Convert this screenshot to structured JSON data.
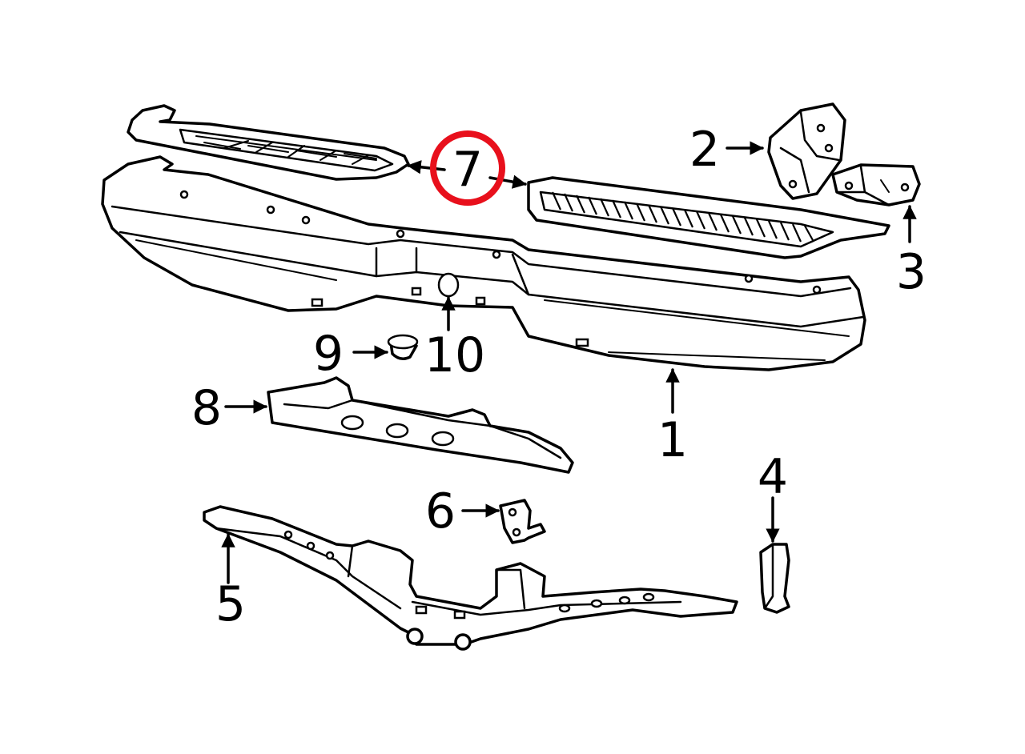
{
  "callouts": [
    {
      "id": "1",
      "text": "1"
    },
    {
      "id": "2",
      "text": "2"
    },
    {
      "id": "3",
      "text": "3"
    },
    {
      "id": "4",
      "text": "4"
    },
    {
      "id": "5",
      "text": "5"
    },
    {
      "id": "6",
      "text": "6"
    },
    {
      "id": "7",
      "text": "7"
    },
    {
      "id": "8",
      "text": "8"
    },
    {
      "id": "9",
      "text": "9"
    },
    {
      "id": "10",
      "text": "10"
    }
  ],
  "highlight": {
    "callout_id": "7",
    "color": "#e8101c"
  },
  "colors": {
    "line": "#000000",
    "background": "#ffffff"
  }
}
